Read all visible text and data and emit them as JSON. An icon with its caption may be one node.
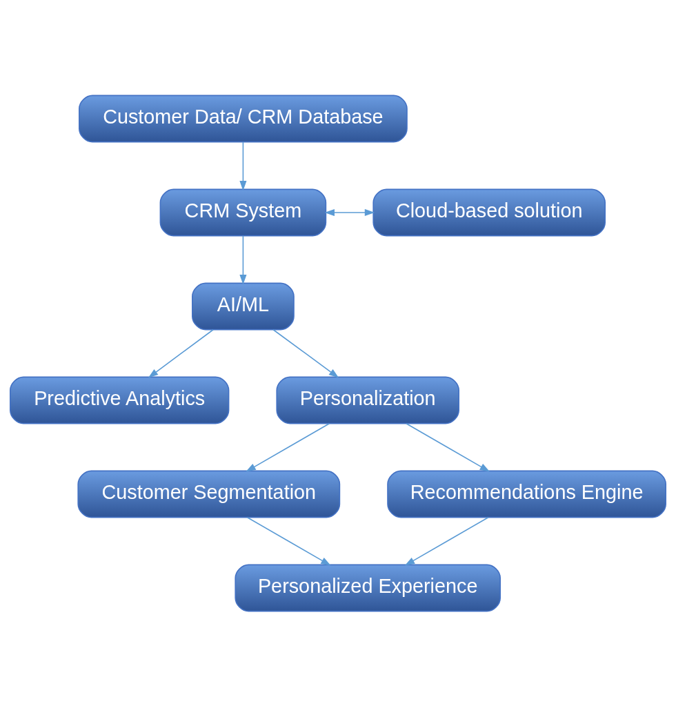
{
  "diagram": {
    "nodes": [
      {
        "text": [
          "Customer Data/ CRM Database"
        ]
      },
      {
        "text": [
          "CRM System"
        ]
      },
      {
        "text": [
          "Cloud-based solution"
        ]
      },
      {
        "text": [
          "AI/ML"
        ]
      },
      {
        "text": [
          "Predictive Analytics"
        ]
      },
      {
        "text": [
          "Personalization"
        ]
      },
      {
        "text": [
          "Customer Segmentation"
        ]
      },
      {
        "text": [
          "Recommendations Engine"
        ]
      },
      {
        "text": [
          "Personalized Experience"
        ]
      }
    ],
    "edges": [
      {
        "from": 0,
        "to": 1,
        "arrow": "to"
      },
      {
        "from": 1,
        "to": 2,
        "arrow": "both"
      },
      {
        "from": 1,
        "to": 3,
        "arrow": "to"
      },
      {
        "from": 3,
        "to": 4,
        "arrow": "to"
      },
      {
        "from": 3,
        "to": 5,
        "arrow": "to"
      },
      {
        "from": 5,
        "to": 6,
        "arrow": "to"
      },
      {
        "from": 5,
        "to": 7,
        "arrow": "to"
      },
      {
        "from": 6,
        "to": 8,
        "arrow": "to"
      },
      {
        "from": 7,
        "to": 8,
        "arrow": "to"
      }
    ]
  }
}
